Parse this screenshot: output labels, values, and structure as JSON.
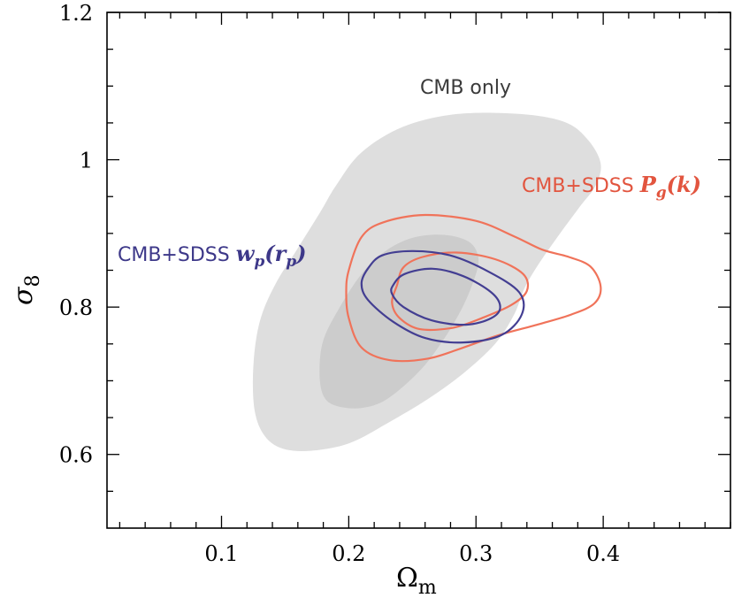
{
  "chart_data": {
    "type": "contour",
    "xlabel": "Ω",
    "xlabel_sub": "m",
    "ylabel": "σ",
    "ylabel_sub": "8",
    "xlim": [
      0.01,
      0.5
    ],
    "ylim": [
      0.5,
      1.2
    ],
    "xticks": [
      0.1,
      0.2,
      0.3,
      0.4
    ],
    "xtick_labels": [
      "0.1",
      "0.2",
      "0.3",
      "0.4"
    ],
    "yticks": [
      0.6,
      0.8,
      1.0,
      1.2
    ],
    "ytick_labels": [
      "0.6",
      "0.8",
      "1",
      "1.2"
    ],
    "x_minor_step": 0.02,
    "y_minor_step": 0.05,
    "series": [
      {
        "name": "CMB only",
        "style": "filled",
        "color_outer": "#dedede",
        "color_inner": "#cccccc",
        "contours": [
          [
            [
              0.134,
              0.625
            ],
            [
              0.126,
              0.66
            ],
            [
              0.125,
              0.72
            ],
            [
              0.13,
              0.78
            ],
            [
              0.142,
              0.83
            ],
            [
              0.16,
              0.88
            ],
            [
              0.178,
              0.93
            ],
            [
              0.19,
              0.965
            ],
            [
              0.21,
              1.01
            ],
            [
              0.243,
              1.045
            ],
            [
              0.285,
              1.062
            ],
            [
              0.335,
              1.062
            ],
            [
              0.37,
              1.051
            ],
            [
              0.388,
              1.027
            ],
            [
              0.398,
              0.995
            ],
            [
              0.394,
              0.965
            ],
            [
              0.381,
              0.935
            ],
            [
              0.364,
              0.895
            ],
            [
              0.348,
              0.855
            ],
            [
              0.338,
              0.825
            ],
            [
              0.33,
              0.79
            ],
            [
              0.315,
              0.75
            ],
            [
              0.29,
              0.71
            ],
            [
              0.262,
              0.675
            ],
            [
              0.23,
              0.642
            ],
            [
              0.2,
              0.615
            ],
            [
              0.17,
              0.605
            ],
            [
              0.148,
              0.608
            ],
            [
              0.134,
              0.625
            ]
          ],
          [
            [
              0.177,
              0.712
            ],
            [
              0.18,
              0.68
            ],
            [
              0.19,
              0.666
            ],
            [
              0.21,
              0.663
            ],
            [
              0.23,
              0.675
            ],
            [
              0.255,
              0.712
            ],
            [
              0.273,
              0.752
            ],
            [
              0.288,
              0.795
            ],
            [
              0.298,
              0.835
            ],
            [
              0.302,
              0.865
            ],
            [
              0.295,
              0.888
            ],
            [
              0.275,
              0.898
            ],
            [
              0.25,
              0.894
            ],
            [
              0.228,
              0.875
            ],
            [
              0.21,
              0.845
            ],
            [
              0.193,
              0.8
            ],
            [
              0.18,
              0.755
            ],
            [
              0.177,
              0.712
            ]
          ]
        ]
      },
      {
        "name": "CMB+SDSS Pg(k)",
        "label_prefix": "CMB+SDSS ",
        "label_math": "P",
        "label_sub": "g",
        "label_suffix": "(k)",
        "style": "line",
        "color": "#f0735a",
        "contours": [
          [
            [
              0.2,
              0.85
            ],
            [
              0.21,
              0.895
            ],
            [
              0.227,
              0.915
            ],
            [
              0.26,
              0.925
            ],
            [
              0.3,
              0.917
            ],
            [
              0.33,
              0.896
            ],
            [
              0.352,
              0.878
            ],
            [
              0.373,
              0.868
            ],
            [
              0.39,
              0.855
            ],
            [
              0.398,
              0.828
            ],
            [
              0.393,
              0.805
            ],
            [
              0.375,
              0.79
            ],
            [
              0.35,
              0.777
            ],
            [
              0.318,
              0.762
            ],
            [
              0.29,
              0.745
            ],
            [
              0.262,
              0.73
            ],
            [
              0.232,
              0.728
            ],
            [
              0.21,
              0.745
            ],
            [
              0.2,
              0.785
            ],
            [
              0.198,
              0.82
            ],
            [
              0.2,
              0.85
            ]
          ],
          [
            [
              0.238,
              0.83
            ],
            [
              0.243,
              0.854
            ],
            [
              0.258,
              0.868
            ],
            [
              0.285,
              0.874
            ],
            [
              0.315,
              0.865
            ],
            [
              0.337,
              0.845
            ],
            [
              0.34,
              0.822
            ],
            [
              0.328,
              0.803
            ],
            [
              0.306,
              0.786
            ],
            [
              0.282,
              0.772
            ],
            [
              0.256,
              0.77
            ],
            [
              0.24,
              0.785
            ],
            [
              0.234,
              0.806
            ],
            [
              0.238,
              0.83
            ]
          ]
        ]
      },
      {
        "name": "CMB+SDSS wp(rp)",
        "label_prefix": "CMB+SDSS ",
        "label_math": "w",
        "label_sub": "p",
        "label_suffix": "(r",
        "label_suffix_sub": "p",
        "label_end": ")",
        "style": "line",
        "color": "#433e92",
        "contours": [
          [
            [
              0.215,
              0.852
            ],
            [
              0.226,
              0.87
            ],
            [
              0.25,
              0.876
            ],
            [
              0.28,
              0.87
            ],
            [
              0.31,
              0.848
            ],
            [
              0.334,
              0.82
            ],
            [
              0.336,
              0.79
            ],
            [
              0.32,
              0.762
            ],
            [
              0.29,
              0.752
            ],
            [
              0.26,
              0.758
            ],
            [
              0.235,
              0.78
            ],
            [
              0.215,
              0.81
            ],
            [
              0.21,
              0.832
            ],
            [
              0.215,
              0.852
            ]
          ],
          [
            [
              0.235,
              0.83
            ],
            [
              0.244,
              0.845
            ],
            [
              0.266,
              0.852
            ],
            [
              0.29,
              0.842
            ],
            [
              0.312,
              0.82
            ],
            [
              0.319,
              0.8
            ],
            [
              0.312,
              0.785
            ],
            [
              0.292,
              0.776
            ],
            [
              0.265,
              0.782
            ],
            [
              0.243,
              0.8
            ],
            [
              0.234,
              0.818
            ],
            [
              0.235,
              0.83
            ]
          ]
        ]
      }
    ]
  }
}
